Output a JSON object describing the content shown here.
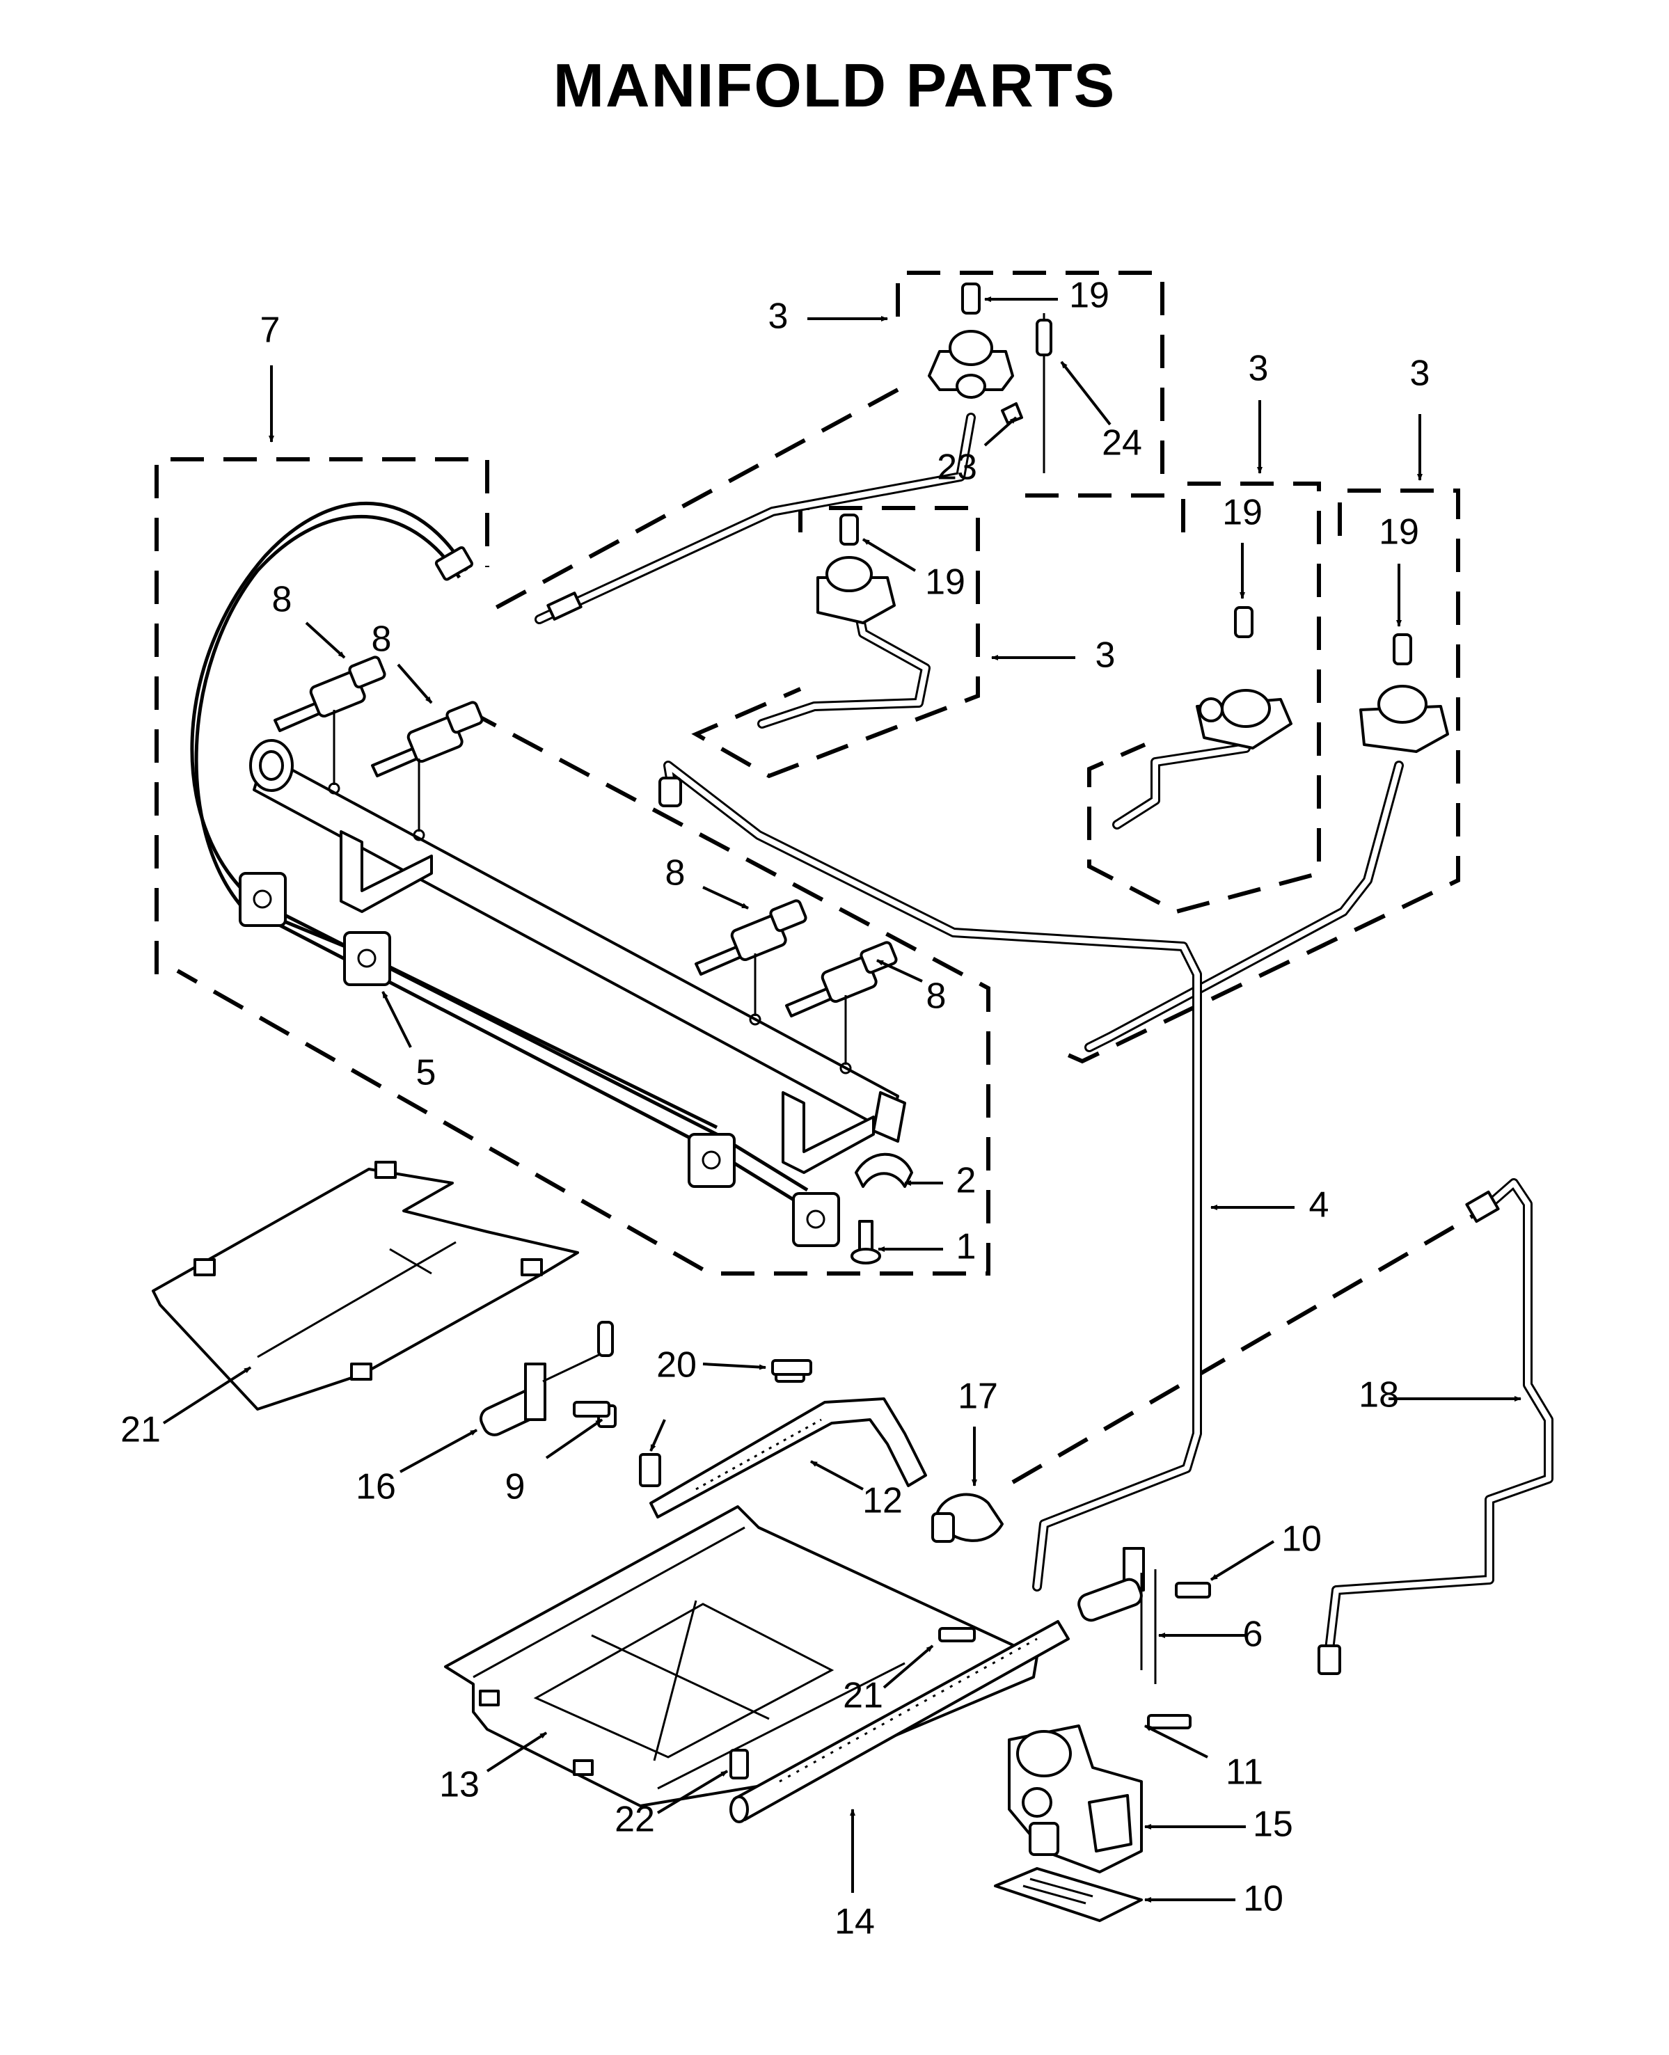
{
  "title": "MANIFOLD PARTS",
  "callouts": [
    {
      "id": "c-1",
      "label": "1"
    },
    {
      "id": "c-2",
      "label": "2"
    },
    {
      "id": "c-3a",
      "label": "3"
    },
    {
      "id": "c-3b",
      "label": "3"
    },
    {
      "id": "c-3c",
      "label": "3"
    },
    {
      "id": "c-3d",
      "label": "3"
    },
    {
      "id": "c-4",
      "label": "4"
    },
    {
      "id": "c-5",
      "label": "5"
    },
    {
      "id": "c-6",
      "label": "6"
    },
    {
      "id": "c-7",
      "label": "7"
    },
    {
      "id": "c-8a",
      "label": "8"
    },
    {
      "id": "c-8b",
      "label": "8"
    },
    {
      "id": "c-8c",
      "label": "8"
    },
    {
      "id": "c-8d",
      "label": "8"
    },
    {
      "id": "c-9",
      "label": "9"
    },
    {
      "id": "c-10a",
      "label": "10"
    },
    {
      "id": "c-10b",
      "label": "10"
    },
    {
      "id": "c-11",
      "label": "11"
    },
    {
      "id": "c-12",
      "label": "12"
    },
    {
      "id": "c-13",
      "label": "13"
    },
    {
      "id": "c-14",
      "label": "14"
    },
    {
      "id": "c-15",
      "label": "15"
    },
    {
      "id": "c-16",
      "label": "16"
    },
    {
      "id": "c-17",
      "label": "17"
    },
    {
      "id": "c-18",
      "label": "18"
    },
    {
      "id": "c-19a",
      "label": "19"
    },
    {
      "id": "c-19b",
      "label": "19"
    },
    {
      "id": "c-19c",
      "label": "19"
    },
    {
      "id": "c-19d",
      "label": "19"
    },
    {
      "id": "c-20",
      "label": "20"
    },
    {
      "id": "c-21a",
      "label": "21"
    },
    {
      "id": "c-21b",
      "label": "21"
    },
    {
      "id": "c-22",
      "label": "22"
    },
    {
      "id": "c-23",
      "label": "23"
    },
    {
      "id": "c-24",
      "label": "24"
    }
  ]
}
